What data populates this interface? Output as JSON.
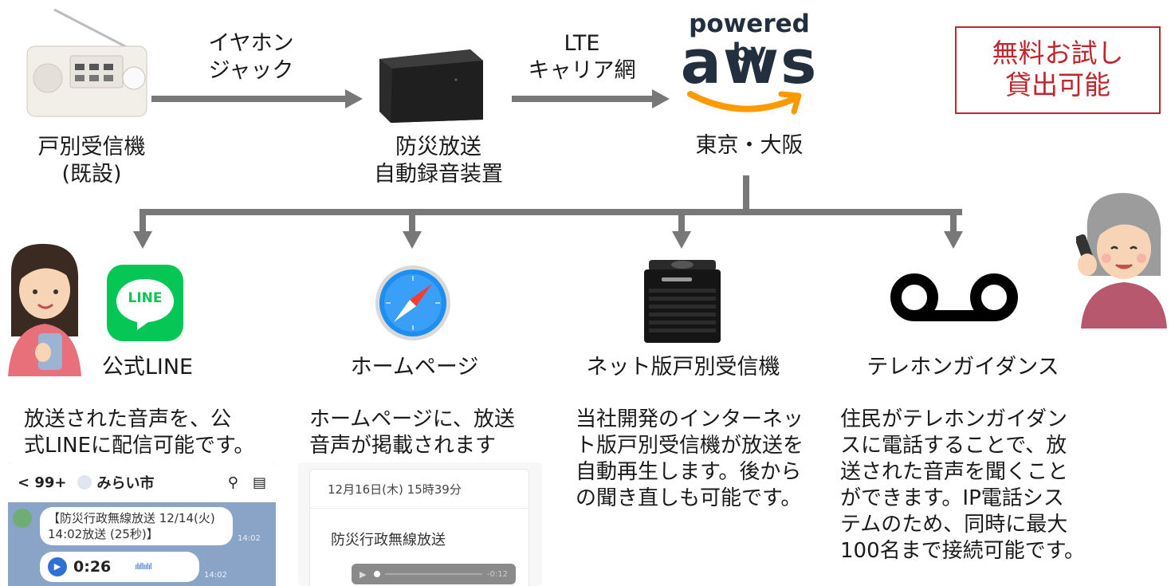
{
  "top": {
    "receiver_label": "戸別受信機\n(既設)",
    "jack_label": "イヤホン\nジャック",
    "recorder_label": "防災放送\n自動録音装置",
    "lte_label": "LTE\nキャリア網",
    "aws_powered": "powered by",
    "aws_logo": "aws",
    "aws_region": "東京・大阪",
    "trial_badge": "無料お試し\n貸出可能"
  },
  "channels": [
    {
      "title": "公式LINE",
      "logo_text": "LINE",
      "desc": "放送された音声を、公\n式LINEに配信可能です。"
    },
    {
      "title": "ホームページ",
      "desc": "ホームページに、放送\n音声が掲載されます"
    },
    {
      "title": "ネット版戸別受信機",
      "desc": "当社開発のインターネッ\nト版戸別受信機が放送を\n自動再生します。後から\nの聞き直しも可能です。"
    },
    {
      "title": "テレホンガイダンス",
      "desc": "住民がテレホンガイダン\nスに電話することで、放\n送された音声を聞くこと\nができます。IP電話シス\nテムのため、同時に最大\n100名まで接続可能です。"
    }
  ],
  "line_screenshot": {
    "back": "< 99+",
    "chat_name": "みらい市",
    "message": "【防災行政無線放送 12/14(火)\n14:02放送 (25秒)】",
    "time1": "14:02",
    "duration": "0:26",
    "time2": "14:02"
  },
  "web_screenshot": {
    "date": "12月16日(木) 15時39分",
    "heading": "防災行政無線放送",
    "player_time": "-0:12"
  },
  "colors": {
    "arrow": "#787878",
    "trial_red": "#c0262d",
    "line_green": "#06c755",
    "aws_orange": "#ff9900",
    "aws_navy": "#232f3e"
  }
}
